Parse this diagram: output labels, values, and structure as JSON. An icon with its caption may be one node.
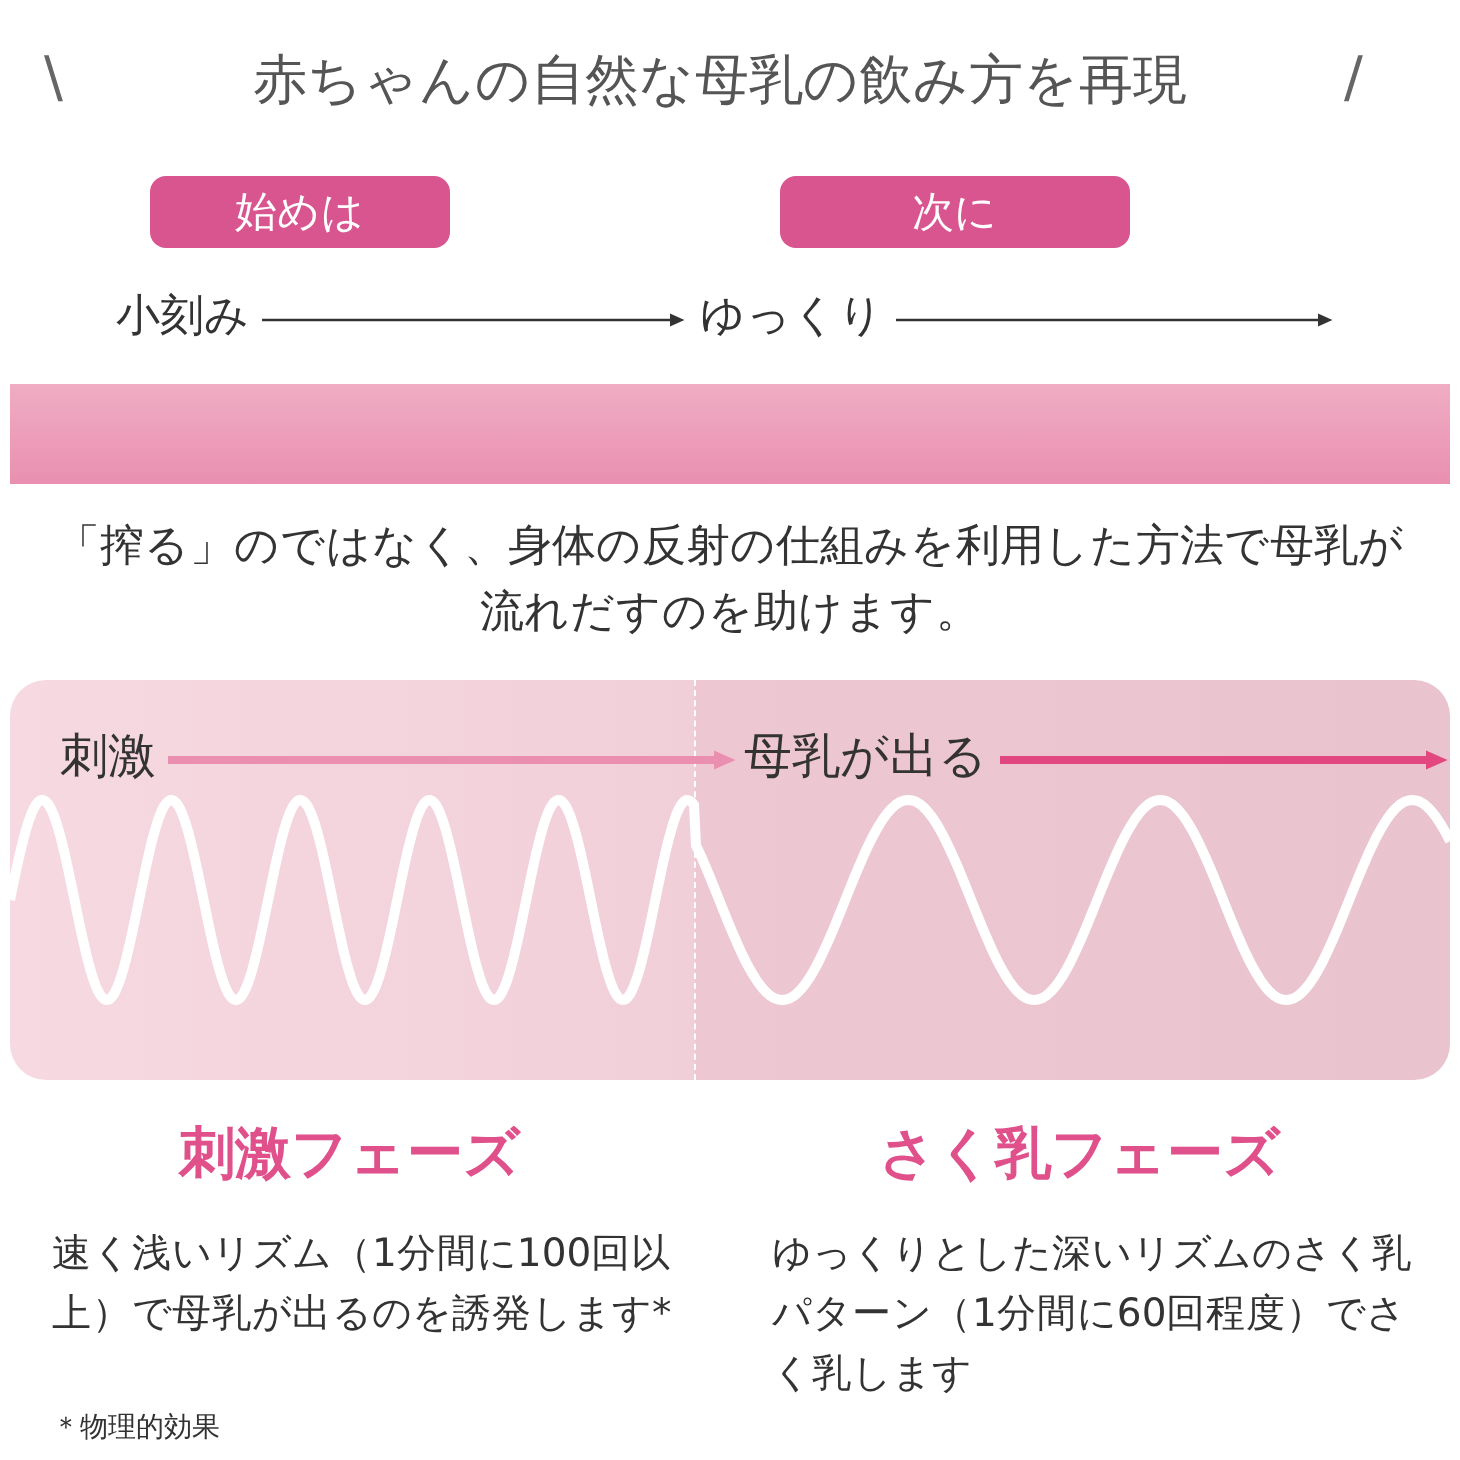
{
  "diagram": {
    "title": "赤ちゃんの自然な母乳の飲み方を再現",
    "nodes": [
      {
        "text": [
          "始めは"
        ]
      },
      {
        "text": [
          "次に"
        ]
      },
      {
        "text": [
          "小刻み"
        ]
      },
      {
        "text": [
          "ゆっくり"
        ]
      },
      {
        "text": [],
        "shape": "bar"
      },
      {
        "text": [
          "刺激"
        ]
      },
      {
        "text": [
          "母乳が出る"
        ]
      }
    ],
    "edges": [
      {
        "from": 2,
        "to": 3,
        "arrow": "to"
      },
      {
        "from": 3,
        "to": null,
        "arrow": "to"
      },
      {
        "from": 5,
        "to": 6,
        "arrow": "to",
        "style": "thick",
        "color": "#eb8fb1"
      },
      {
        "from": 6,
        "to": null,
        "arrow": "to",
        "style": "thick",
        "color": "#e2487f"
      }
    ],
    "labels": [
      "\\",
      "/",
      "「搾る」のではなく、身体の反射の仕組みを利用した方法で母乳が流れだすのを助けます。",
      "刺激フェーズ",
      "さく乳フェーズ",
      "速く浅いリズム（1分間に100回以上）で母乳が出るのを誘発します*",
      "ゆっくりとした深いリズムのさく乳パターン（1分間に60回程度）でさく乳します",
      "＊物理的効果"
    ]
  }
}
